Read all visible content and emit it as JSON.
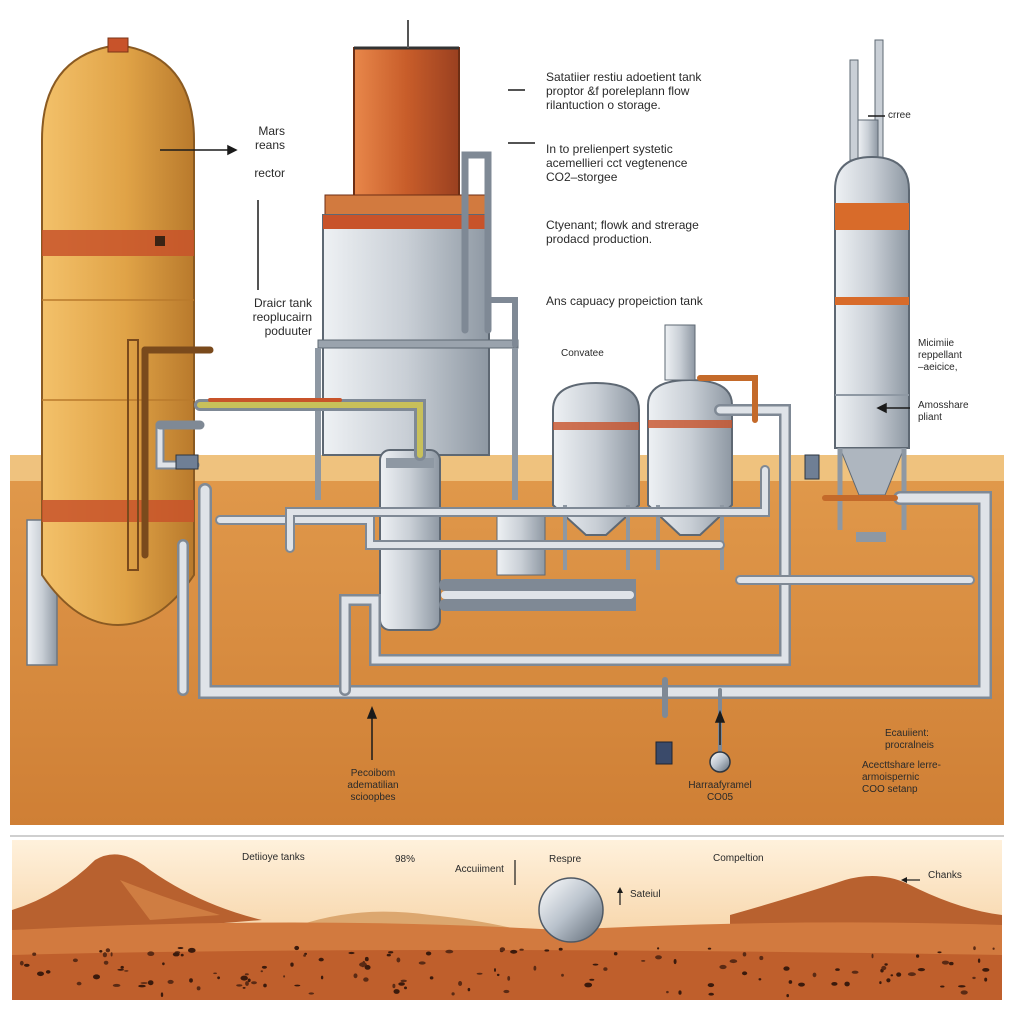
{
  "plant": {
    "labels": {
      "mars_reactor": "Mars\nreans\n\nrector",
      "draicr_tank": "Draicr tank\nreoplucairn\npoduuter",
      "satatiier": "Satatiier restiu adoetient tank\nproptor &f poreleplann flow\nrilantuction o storage.",
      "prelienpert": "In to prelienpert systetic\nacemellieri cct vegtenence\nCO2–storgee",
      "ctyenant": "Ctyenant; flowk and strerage\nprodacd production.",
      "ans_capuacy": "Ans capuacy propeiction tank",
      "crree": "crree",
      "convatee": "Convatee",
      "micimie": "Micimiie\nreppellant\n–aeicice,",
      "amosshare": "Amosshare\npliant",
      "pecoibom": "Pecoibom\nadematilian\nscioopbes",
      "harrasfy": "Harraafyramel\nCO05",
      "ecauiient": "Ecauiient:\nprocralneis",
      "acecttshare": "Acecttshare lerre-\narmoispernic\nCOO setanp"
    }
  },
  "landscape": {
    "labels": {
      "detiiove": "Detiioye tanks",
      "percent": "98%",
      "accuiiment": "Accuiiment",
      "respre": "Respre",
      "compeition": "Compeltion",
      "satatiul": "Sateiul",
      "chanks": "Chanks"
    }
  },
  "colors": {
    "sky": "#ffffff",
    "ground_top": "#e9c27e",
    "ground": "#d98d3e",
    "tank_orange": "#e0a347",
    "tank_band": "#c8532a",
    "steel": "#c9cfd6",
    "steel_dark": "#8e98a3",
    "pipe": "#d7dce2",
    "dune": "#b8612f",
    "dune_light": "#e9b77b"
  }
}
